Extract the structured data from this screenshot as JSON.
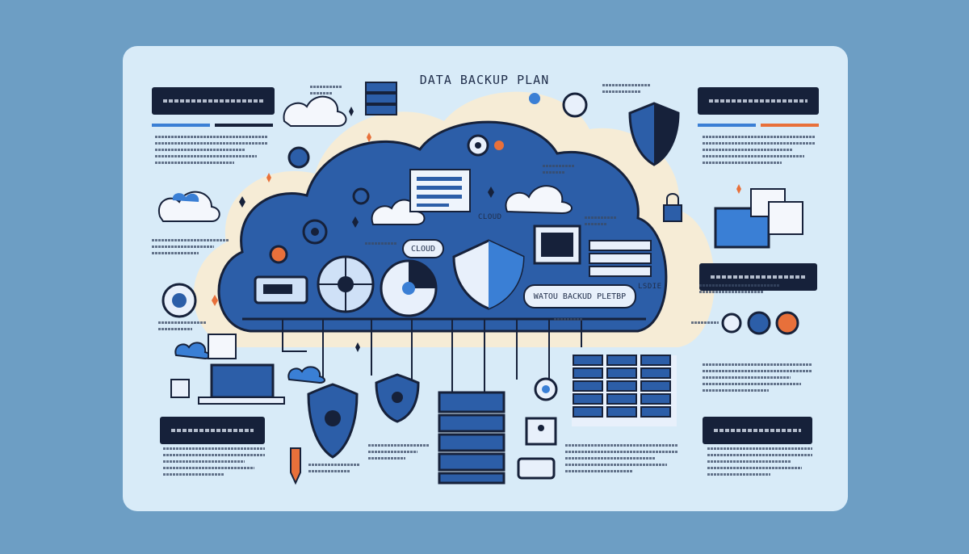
{
  "title": "DATA BACKUP PLAN",
  "labels": {
    "cloud_upper": "CLOUD",
    "cloud_button": "CLOUD",
    "backup_platform": "WATOU BACKUD PLETBP",
    "side_mark": "LSDIE"
  },
  "colors": {
    "page_bg": "#6d9ec4",
    "card_bg": "#d8ebf8",
    "cloud_fill": "#2c5ea8",
    "dark": "#16213a",
    "accent_orange": "#e8703a",
    "accent_blue": "#3a7fd5"
  },
  "icons": [
    "cloud-icon",
    "server-icon",
    "shield-icon",
    "gear-icon",
    "padlock-icon",
    "laptop-icon",
    "document-icon",
    "disk-icon",
    "location-pin-icon"
  ]
}
